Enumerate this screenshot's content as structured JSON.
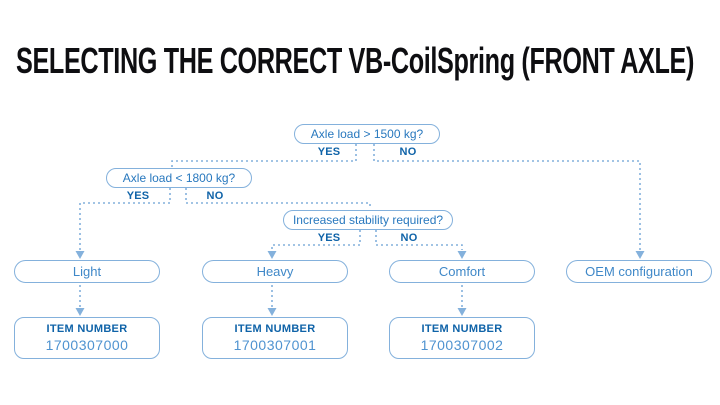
{
  "title": "SELECTING THE CORRECT VB-CoilSpring (FRONT AXLE)",
  "colors": {
    "connector_line": "#84b1dc",
    "question_text": "#2878be",
    "branch_label": "#0f63a8",
    "result_text": "#3f88c8",
    "item_number_value": "#4f93d0",
    "title_text": "#0e0e11"
  },
  "flowchart": {
    "decisions": [
      {
        "question": "Axle load > 1500 kg?",
        "yes_label": "YES",
        "no_label": "NO"
      },
      {
        "question": "Axle load < 1800 kg?",
        "yes_label": "YES",
        "no_label": "NO"
      },
      {
        "question": "Increased stability required?",
        "yes_label": "YES",
        "no_label": "NO"
      }
    ],
    "results": [
      {
        "label": "Light",
        "item_label": "ITEM NUMBER",
        "item_number": "1700307000"
      },
      {
        "label": "Heavy",
        "item_label": "ITEM NUMBER",
        "item_number": "1700307001"
      },
      {
        "label": "Comfort",
        "item_label": "ITEM NUMBER",
        "item_number": "1700307002"
      },
      {
        "label": "OEM configuration"
      }
    ]
  }
}
